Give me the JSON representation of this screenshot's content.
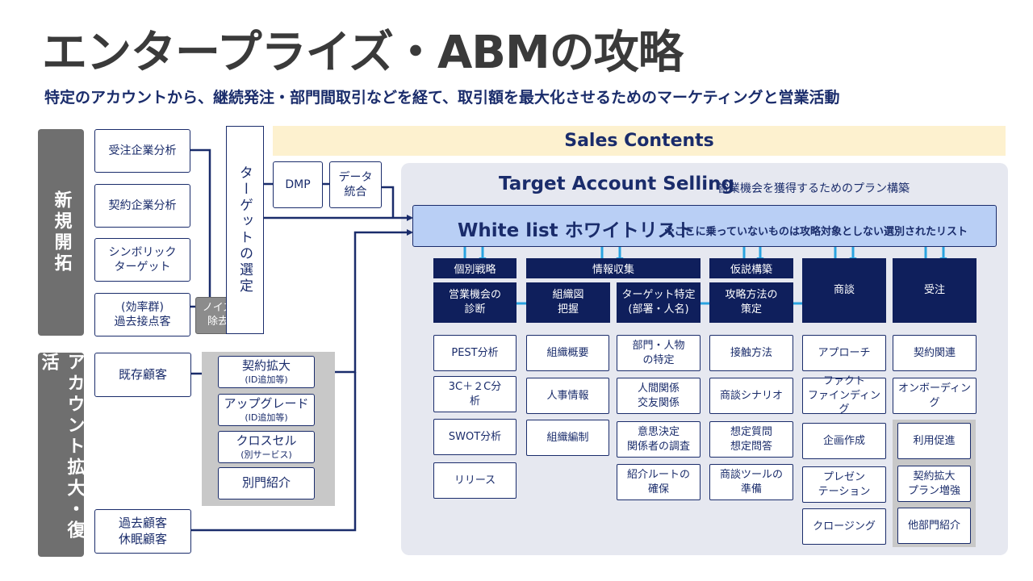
{
  "title": "エンタープライズ・ABMの攻略",
  "subtitle": "特定のアカウントから、継続発注・部門間取引などを経て、取引額を最大化させるためのマーケティングと営業活動",
  "sidebar": {
    "new": "新規開拓",
    "account": "アカウント拡大・復活"
  },
  "left": {
    "juchu": "受注企業分析",
    "keiyaku": "契約企業分析",
    "symbolic": "シンボリック\nターゲット",
    "past_contact": "(効率群)\n過去接点客",
    "noise": "ノイズ\n除去",
    "existing": "既存顧客",
    "past_dormant": "過去顧客\n休眠顧客",
    "target_select": "ターゲットの選定",
    "dmp": "DMP",
    "data_integ": "データ\n統合"
  },
  "expand": {
    "items": [
      {
        "main": "契約拡大",
        "sub": "(ID追加等)"
      },
      {
        "main": "アップグレード",
        "sub": "(ID追加等)"
      },
      {
        "main": "クロスセル",
        "sub": "(別サービス)"
      },
      {
        "main": "別門紹介",
        "sub": ""
      }
    ]
  },
  "sales_contents": "Sales Contents",
  "tas": {
    "title": "Target Account Selling",
    "subtitle": "営業機会を獲得するためのプラン構築"
  },
  "whitelist": {
    "title": "White list  ホワイトリスト",
    "note": "※ここに乗っていないものは攻略対象としない選別されたリスト"
  },
  "headers": [
    "個別戦略",
    "情報収集",
    "仮説構築"
  ],
  "steps": [
    "営業機会の\n診断",
    "組織図\n把握",
    "ターゲット特定\n(部署・人名)",
    "攻略方法の\n策定",
    "商談",
    "受注"
  ],
  "columns": [
    [
      "PEST分析",
      "3C＋２C分\n析",
      "SWOT分析",
      "リリース"
    ],
    [
      "組織概要",
      "人事情報",
      "組織編制"
    ],
    [
      "部門・人物\nの特定",
      "人間関係\n交友関係",
      "意思決定\n関係者の調査",
      "紹介ルートの\n確保"
    ],
    [
      "接触方法",
      "商談シナリオ",
      "想定質問\n想定問答",
      "商談ツールの\n準備"
    ],
    [
      "アプローチ",
      "ファクト\nファインディング",
      "企画作成",
      "プレゼン\nテーション",
      "クロージング"
    ],
    [
      "契約関連",
      "オンボーディング",
      "利用促進",
      "契約拡大\nプラン増強",
      "他部門紹介"
    ]
  ],
  "colors": {
    "navy": "#0f1f5c",
    "line": "#1a2c6b",
    "arrow": "#29a3e0",
    "sidebar": "#6f6f6f",
    "whitelist": "#b9cff5",
    "sales": "#fdf1cf",
    "panel": "#e6e8f0"
  }
}
